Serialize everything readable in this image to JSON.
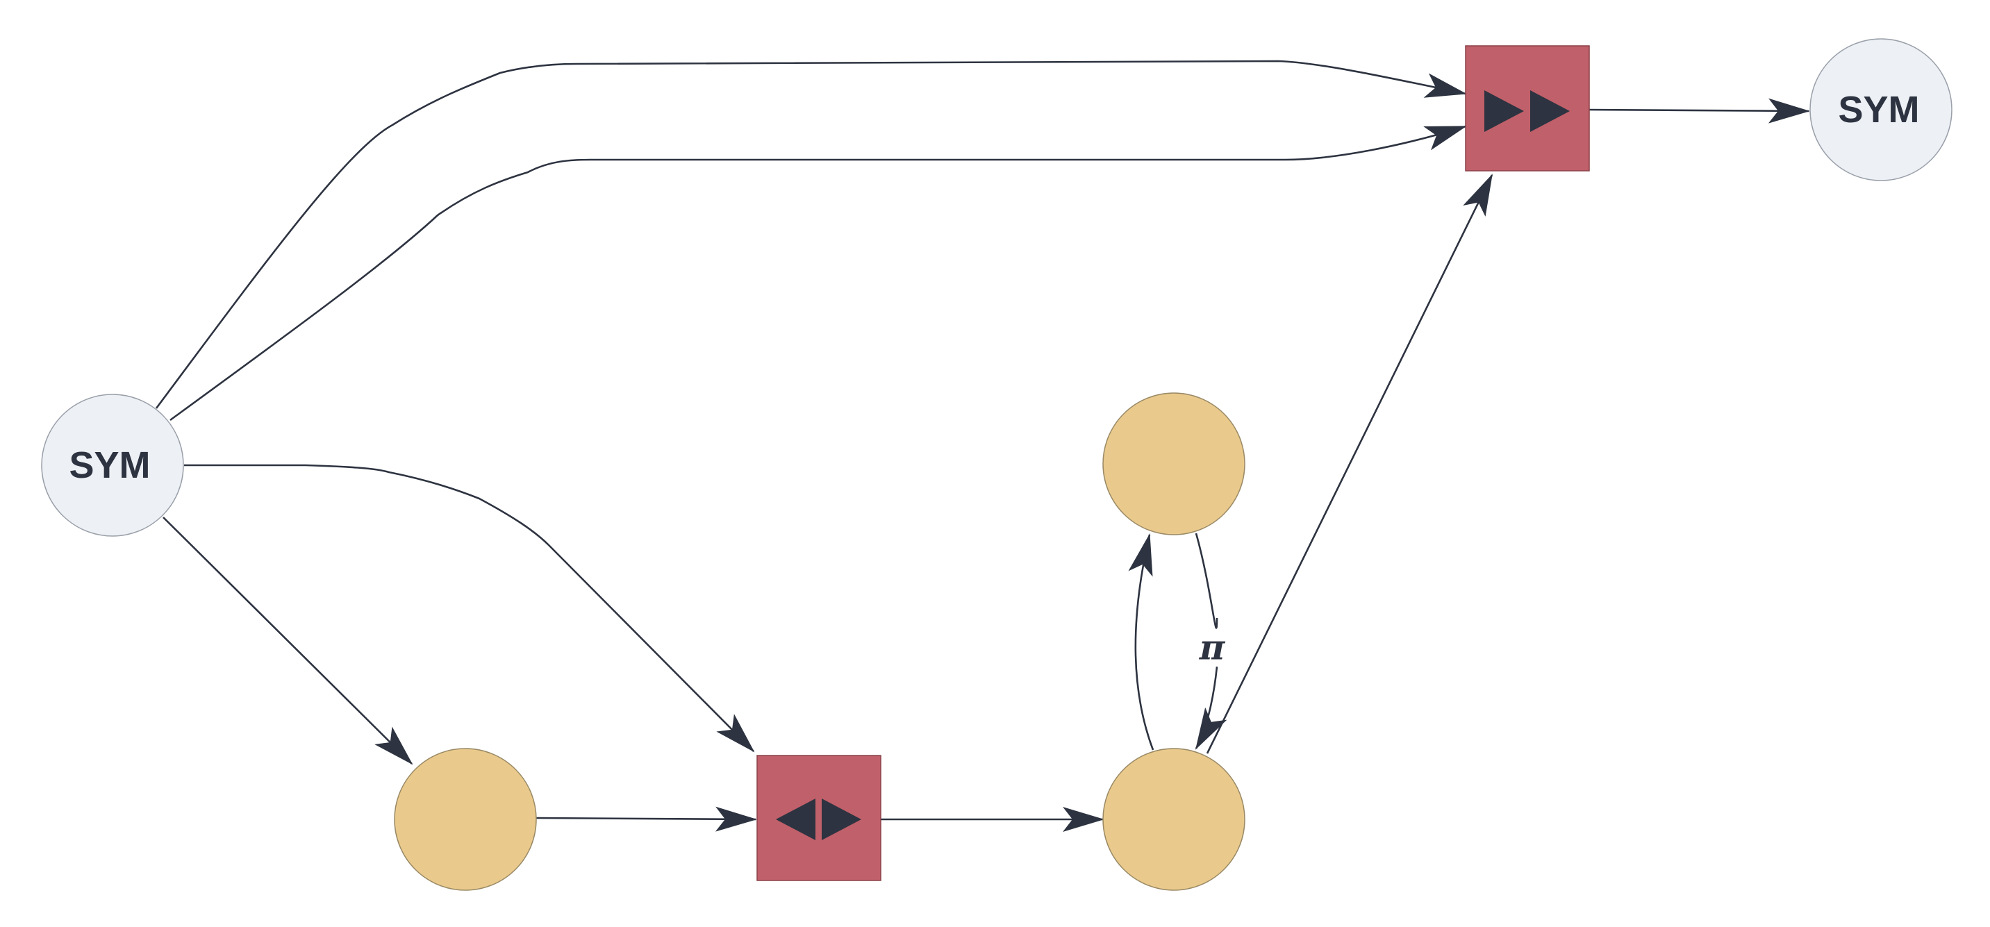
{
  "colors": {
    "edge": "#2d3340",
    "sym_fill": "#edf0f4",
    "sym_stroke": "#9aa0aa",
    "state_fill": "#eaca8c",
    "state_stroke": "#9a8a66",
    "op_fill": "#c0606a",
    "op_stroke": "#8a4048",
    "glyph": "#2d3340"
  },
  "nodes": {
    "sym_input": {
      "label": "SYM",
      "kind": "symbol"
    },
    "sym_output": {
      "label": "SYM",
      "kind": "symbol"
    },
    "state_left": {
      "label": "",
      "kind": "state"
    },
    "state_middle": {
      "label": "",
      "kind": "state"
    },
    "state_top": {
      "label": "",
      "kind": "state"
    },
    "op_swap": {
      "icon": "swap-arrows-icon",
      "kind": "operator"
    },
    "op_forward": {
      "icon": "double-forward-arrows-icon",
      "kind": "operator"
    }
  },
  "edges": [
    {
      "from": "sym_input",
      "to": "op_forward",
      "label": ""
    },
    {
      "from": "sym_input",
      "to": "op_forward",
      "label": ""
    },
    {
      "from": "sym_input",
      "to": "op_swap",
      "label": ""
    },
    {
      "from": "sym_input",
      "to": "state_left",
      "label": ""
    },
    {
      "from": "state_left",
      "to": "op_swap",
      "label": ""
    },
    {
      "from": "op_swap",
      "to": "state_middle",
      "label": ""
    },
    {
      "from": "state_middle",
      "to": "state_top",
      "label": ""
    },
    {
      "from": "state_top",
      "to": "state_middle",
      "label": "π"
    },
    {
      "from": "state_middle",
      "to": "op_forward",
      "label": ""
    },
    {
      "from": "op_forward",
      "to": "sym_output",
      "label": ""
    }
  ]
}
